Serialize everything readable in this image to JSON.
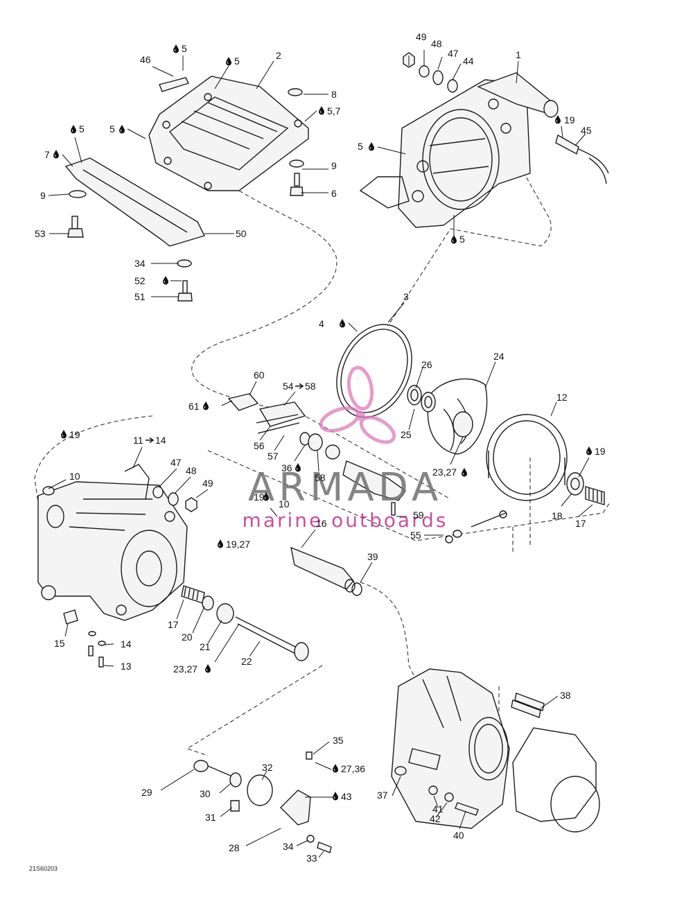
{
  "watermark": {
    "brand": "ARMADA",
    "subtitle": "marine outboards",
    "brand_color": "#707070",
    "subtitle_color": "#c0308a",
    "logo_color": "#e07ab8"
  },
  "diagram_code": "21S60203",
  "icons": {
    "lubricant": "oil-drop-icon",
    "range": "arrow-right-icon"
  },
  "callouts": [
    {
      "id": "c49",
      "text": "49"
    },
    {
      "id": "c48t",
      "text": "48"
    },
    {
      "id": "c47t",
      "text": "47"
    },
    {
      "id": "c44",
      "text": "44"
    },
    {
      "id": "c1",
      "text": "1"
    },
    {
      "id": "c46",
      "text": "46"
    },
    {
      "id": "c5a",
      "text": "5"
    },
    {
      "id": "c5b",
      "text": "5"
    },
    {
      "id": "c2",
      "text": "2"
    },
    {
      "id": "c8",
      "text": "8"
    },
    {
      "id": "c57b",
      "text": "5,7"
    },
    {
      "id": "c5c",
      "text": "5"
    },
    {
      "id": "c5d",
      "text": "5"
    },
    {
      "id": "c7",
      "text": "7"
    },
    {
      "id": "c9a",
      "text": "9"
    },
    {
      "id": "c9b",
      "text": "9"
    },
    {
      "id": "c6",
      "text": "6"
    },
    {
      "id": "c53",
      "text": "53"
    },
    {
      "id": "c50",
      "text": "50"
    },
    {
      "id": "c34a",
      "text": "34"
    },
    {
      "id": "c52",
      "text": "52"
    },
    {
      "id": "c51",
      "text": "51"
    },
    {
      "id": "c19a",
      "text": "19"
    },
    {
      "id": "c45",
      "text": "45"
    },
    {
      "id": "c5e",
      "text": "5"
    },
    {
      "id": "c5f",
      "text": "5"
    },
    {
      "id": "c3",
      "text": "3"
    },
    {
      "id": "c4",
      "text": "4"
    },
    {
      "id": "c26",
      "text": "26"
    },
    {
      "id": "c24",
      "text": "24"
    },
    {
      "id": "c12",
      "text": "12"
    },
    {
      "id": "c60",
      "text": "60"
    },
    {
      "id": "c54",
      "text": "54"
    },
    {
      "id": "c58a",
      "text": "58"
    },
    {
      "id": "c61",
      "text": "61"
    },
    {
      "id": "c25",
      "text": "25"
    },
    {
      "id": "c56",
      "text": "56"
    },
    {
      "id": "c57",
      "text": "57"
    },
    {
      "id": "c36",
      "text": "36"
    },
    {
      "id": "c58b",
      "text": "58"
    },
    {
      "id": "c2327a",
      "text": "23,27"
    },
    {
      "id": "c19b",
      "text": "19"
    },
    {
      "id": "c19c",
      "text": "19"
    },
    {
      "id": "c11",
      "text": "11"
    },
    {
      "id": "c14a",
      "text": "14"
    },
    {
      "id": "c47b",
      "text": "47"
    },
    {
      "id": "c48b",
      "text": "48"
    },
    {
      "id": "c49b",
      "text": "49"
    },
    {
      "id": "c10a",
      "text": "10"
    },
    {
      "id": "c18",
      "text": "18"
    },
    {
      "id": "c17a",
      "text": "17"
    },
    {
      "id": "c19d",
      "text": "19"
    },
    {
      "id": "c10b",
      "text": "10"
    },
    {
      "id": "c59",
      "text": "59"
    },
    {
      "id": "c55",
      "text": "55"
    },
    {
      "id": "c1927",
      "text": "19,27"
    },
    {
      "id": "c16",
      "text": "16"
    },
    {
      "id": "c39",
      "text": "39"
    },
    {
      "id": "c17b",
      "text": "17"
    },
    {
      "id": "c20",
      "text": "20"
    },
    {
      "id": "c21",
      "text": "21"
    },
    {
      "id": "c15",
      "text": "15"
    },
    {
      "id": "c14b",
      "text": "14"
    },
    {
      "id": "c13",
      "text": "13"
    },
    {
      "id": "c2327b",
      "text": "23,27"
    },
    {
      "id": "c22",
      "text": "22"
    },
    {
      "id": "c38",
      "text": "38"
    },
    {
      "id": "c35",
      "text": "35"
    },
    {
      "id": "c2736",
      "text": "27,36"
    },
    {
      "id": "c32",
      "text": "32"
    },
    {
      "id": "c29",
      "text": "29"
    },
    {
      "id": "c30",
      "text": "30"
    },
    {
      "id": "c43",
      "text": "43"
    },
    {
      "id": "c37",
      "text": "37"
    },
    {
      "id": "c41",
      "text": "41"
    },
    {
      "id": "c42",
      "text": "42"
    },
    {
      "id": "c31",
      "text": "31"
    },
    {
      "id": "c40",
      "text": "40"
    },
    {
      "id": "c28",
      "text": "28"
    },
    {
      "id": "c34b",
      "text": "34"
    },
    {
      "id": "c33",
      "text": "33"
    }
  ]
}
